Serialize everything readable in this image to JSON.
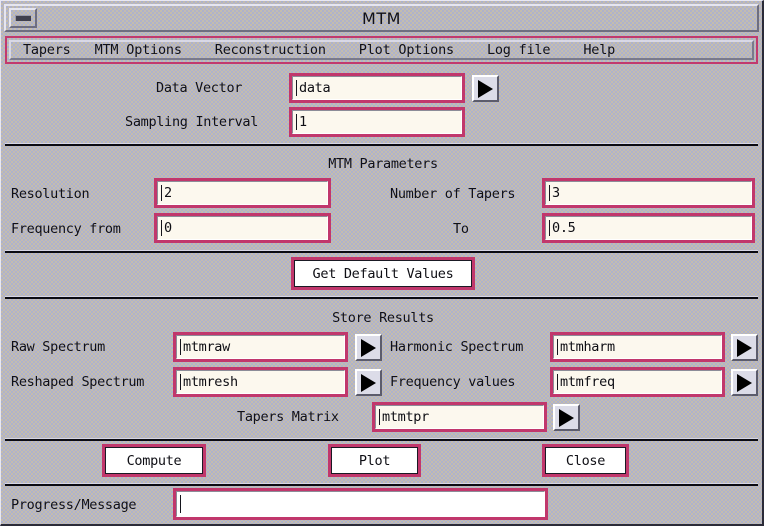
{
  "window": {
    "title": "MTM",
    "minimize_icon": "minimize-icon"
  },
  "menubar": {
    "items": [
      {
        "label": "Tapers"
      },
      {
        "label": "MTM Options"
      },
      {
        "label": "Reconstruction"
      },
      {
        "label": "Plot Options"
      },
      {
        "label": "Log file"
      },
      {
        "label": "Help"
      }
    ]
  },
  "input_section": {
    "data_vector": {
      "label": "Data  Vector",
      "value": "data",
      "browse_icon": "triangle-right-icon"
    },
    "sampling_interval": {
      "label": "Sampling Interval",
      "value": "1"
    }
  },
  "mtm_parameters": {
    "heading": "MTM Parameters",
    "resolution": {
      "label": "Resolution",
      "value": "2"
    },
    "number_of_tapers": {
      "label": "Number of Tapers",
      "value": "3"
    },
    "frequency_from": {
      "label": "Frequency from",
      "value": "0"
    },
    "frequency_to": {
      "label": "To",
      "value": "0.5"
    }
  },
  "defaults": {
    "get_default_values": "Get Default Values"
  },
  "store_results": {
    "heading": "Store Results",
    "raw_spectrum": {
      "label": "Raw Spectrum",
      "value": "mtmraw",
      "browse_icon": "triangle-right-icon"
    },
    "harmonic_spectrum": {
      "label": "Harmonic Spectrum",
      "value": "mtmharm",
      "browse_icon": "triangle-right-icon"
    },
    "reshaped_spectrum": {
      "label": "Reshaped Spectrum",
      "value": "mtmresh",
      "browse_icon": "triangle-right-icon"
    },
    "frequency_values": {
      "label": "Frequency values",
      "value": "mtmfreq",
      "browse_icon": "triangle-right-icon"
    },
    "tapers_matrix": {
      "label": "Tapers Matrix",
      "value": "mtmtpr",
      "browse_icon": "triangle-right-icon"
    }
  },
  "actions": {
    "compute": "Compute",
    "plot": "Plot",
    "close": "Close"
  },
  "status": {
    "label": "Progress/Message",
    "value": ""
  },
  "colors": {
    "background": "#aeb2cc",
    "field_border": "#c1376c",
    "field_background": "#fcf8ee",
    "text": "#101018"
  }
}
